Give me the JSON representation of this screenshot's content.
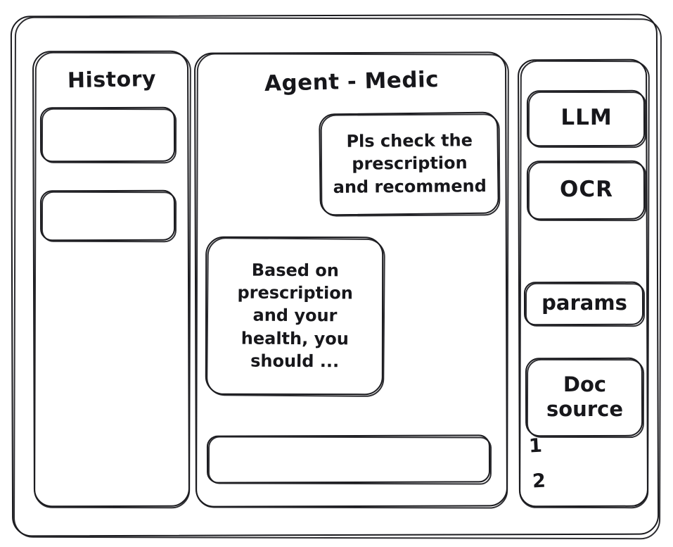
{
  "window": {
    "frame_name": "app-window"
  },
  "history": {
    "title": "History",
    "items": [
      {
        "label": ""
      },
      {
        "label": ""
      }
    ]
  },
  "chat": {
    "title": "Agent - Medic",
    "messages": [
      {
        "role": "user",
        "text": "Pls check the\nprescription\nand recommend"
      },
      {
        "role": "agent",
        "text": "Based on\nprescription\nand your\nhealth, you\nshould ..."
      }
    ],
    "composer": {
      "value": "",
      "placeholder": ""
    }
  },
  "tools": {
    "buttons": [
      {
        "label": "LLM"
      },
      {
        "label": "OCR"
      },
      {
        "label": "params"
      },
      {
        "label": "Doc\nsource"
      }
    ],
    "doc_sources": [
      {
        "label": "1"
      },
      {
        "label": "2"
      }
    ]
  },
  "style": {
    "stroke": "#1b1b1f",
    "background": "#ffffff"
  }
}
